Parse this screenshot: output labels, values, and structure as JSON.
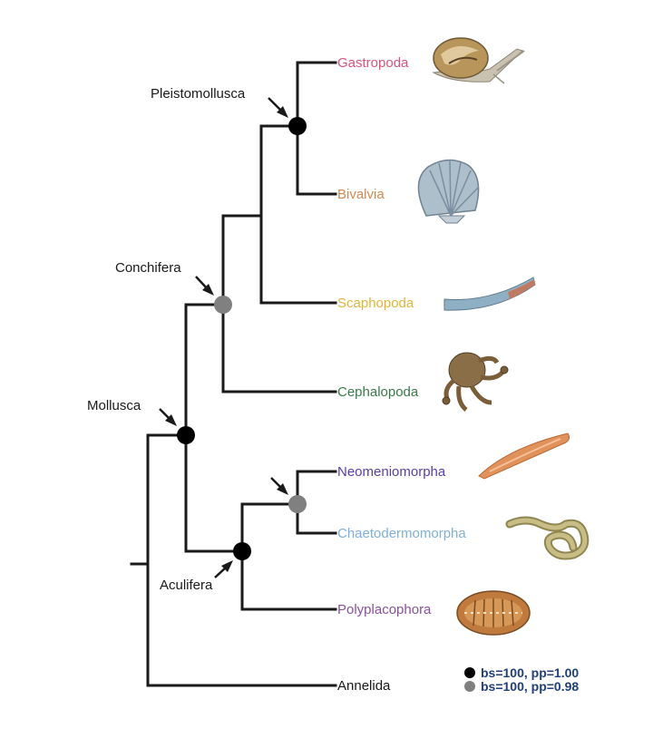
{
  "colors": {
    "branch": "#1a1a1a",
    "node_strong": "#000000",
    "node_medium": "#808080",
    "legend_text": "#1f3f7a"
  },
  "taxa": [
    {
      "name": "Gastropoda",
      "color": "#d9537a",
      "icon": "snail-icon"
    },
    {
      "name": "Bivalvia",
      "color": "#d4884e",
      "icon": "scallop-shell-icon"
    },
    {
      "name": "Scaphopoda",
      "color": "#e0b43a",
      "icon": "tusk-shell-icon"
    },
    {
      "name": "Cephalopoda",
      "color": "#3a7a4a",
      "icon": "octopus-icon"
    },
    {
      "name": "Neomeniomorpha",
      "color": "#5a3fa0",
      "icon": "neomenia-worm-icon"
    },
    {
      "name": "Chaetodermomorpha",
      "color": "#7fb0d8",
      "icon": "coiled-worm-icon"
    },
    {
      "name": "Polyplacophora",
      "color": "#8a4fa0",
      "icon": "chiton-icon"
    },
    {
      "name": "Annelida",
      "color": "#1a1a1a",
      "icon": ""
    }
  ],
  "clades": {
    "pleistomollusca": "Pleistomollusca",
    "conchifera": "Conchifera",
    "mollusca": "Mollusca",
    "aculifera": "Aculifera"
  },
  "legend": [
    {
      "text": "bs=100, pp=1.00",
      "color": "#000000"
    },
    {
      "text": "bs=100, pp=0.98",
      "color": "#808080"
    }
  ]
}
